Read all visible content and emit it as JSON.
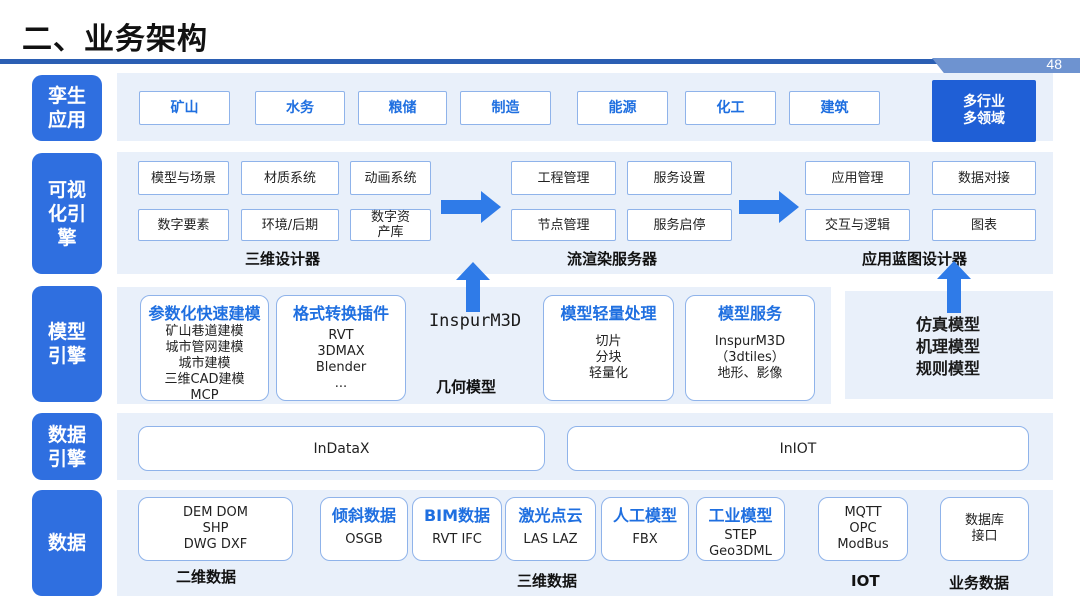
{
  "page": {
    "title": "二、业务架构",
    "number": "48"
  },
  "rows": {
    "twin": "孪生应用",
    "viz": "可视化引擎",
    "model": "模型引擎",
    "dataeng": "数据引擎",
    "data": "数据"
  },
  "twin_apps": [
    "矿山",
    "水务",
    "粮储",
    "制造",
    "能源",
    "化工",
    "建筑"
  ],
  "twin_multi": "多行业多领域",
  "viz": {
    "designer": {
      "items": [
        "模型与场景",
        "材质系统",
        "动画系统",
        "数字要素",
        "环境/后期",
        "数字资产库"
      ],
      "caption": "三维设计器"
    },
    "render": {
      "items": [
        "工程管理",
        "服务设置",
        "节点管理",
        "服务启停"
      ],
      "caption": "流渲染服务器"
    },
    "blueprint": {
      "items": [
        "应用管理",
        "数据对接",
        "交互与逻辑",
        "图表"
      ],
      "caption": "应用蓝图设计器"
    }
  },
  "model": {
    "param": {
      "title": "参数化快速建模",
      "lines": [
        "矿山巷道建模",
        "城市管网建模",
        "城市建模",
        "三维CAD建模",
        "MCP"
      ]
    },
    "format": {
      "title": "格式转换插件",
      "lines": [
        "RVT",
        "3DMAX",
        "Blender",
        "..."
      ]
    },
    "inspur": "InspurM3D",
    "geometry_caption": "几何模型",
    "light": {
      "title": "模型轻量处理",
      "lines": [
        "切片",
        "分块",
        "轻量化"
      ]
    },
    "service": {
      "title": "模型服务",
      "lines": [
        "InspurM3D",
        "（3dtiles）",
        "地形、影像"
      ]
    },
    "sim": [
      "仿真模型",
      "机理模型",
      "规则模型"
    ]
  },
  "dataeng": {
    "left": "InDataX",
    "right": "InIOT"
  },
  "data": {
    "gis": {
      "lines": [
        "DEM DOM",
        "SHP",
        "DWG DXF"
      ],
      "caption": "二维数据"
    },
    "oblique": {
      "title": "倾斜数据",
      "value": "OSGB"
    },
    "bim": {
      "title": "BIM数据",
      "value": "RVT IFC"
    },
    "laser": {
      "title": "激光点云",
      "value": "LAS LAZ"
    },
    "artificial": {
      "title": "人工模型",
      "value": "FBX"
    },
    "industrial": {
      "title": "工业模型",
      "lines": [
        "STEP",
        "Geo3DML"
      ]
    },
    "caption_3d": "三维数据",
    "iot": {
      "lines": [
        "MQTT",
        "OPC",
        "ModBus"
      ],
      "caption": "IOT"
    },
    "biz": {
      "lines": [
        "数据库",
        "接口"
      ],
      "caption": "业务数据"
    }
  },
  "colors": {
    "accent": "#2f6fe0",
    "dark": "#1f5fd6",
    "band": "#e9f0fa",
    "border": "#8fb3ea",
    "topbar": "#2b5fb3"
  },
  "icons": [
    "arrow-right-icon",
    "arrow-up-icon"
  ]
}
